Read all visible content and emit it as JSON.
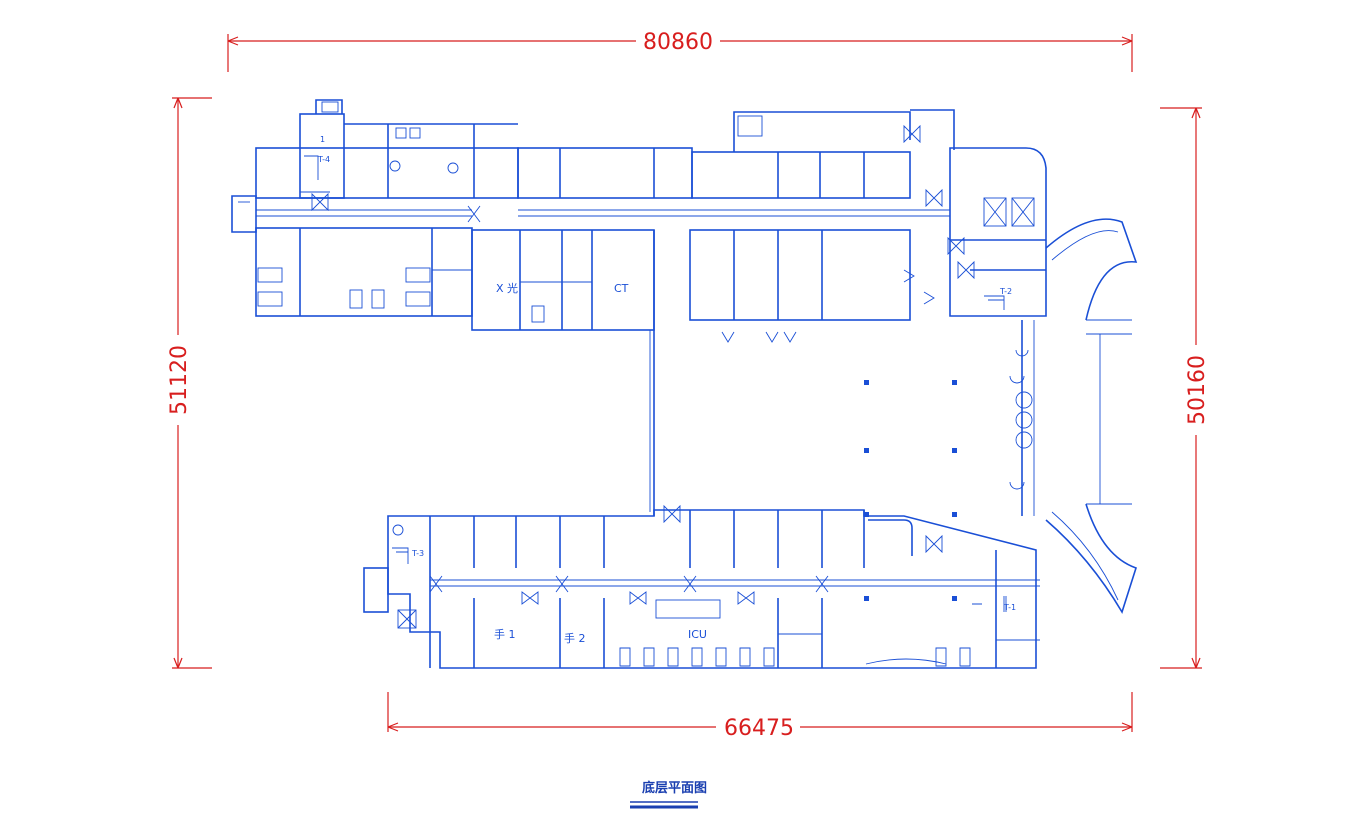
{
  "drawing": {
    "title": "底层平面图",
    "dimensions": {
      "top": "80860",
      "bottom": "66475",
      "left": "51120",
      "right": "50160"
    },
    "labels": {
      "stair_t4": "T-4",
      "stair_t3": "T-3",
      "stair_t2": "T-2",
      "stair_t1": "T-1",
      "floor_num": "1",
      "ct": "CT",
      "xray": "X 光",
      "icu": "ICU",
      "ward1": "手 1",
      "ward2": "手 2"
    },
    "colors": {
      "walls": "#1a4fd6",
      "dimensions": "#d81e1e"
    }
  }
}
